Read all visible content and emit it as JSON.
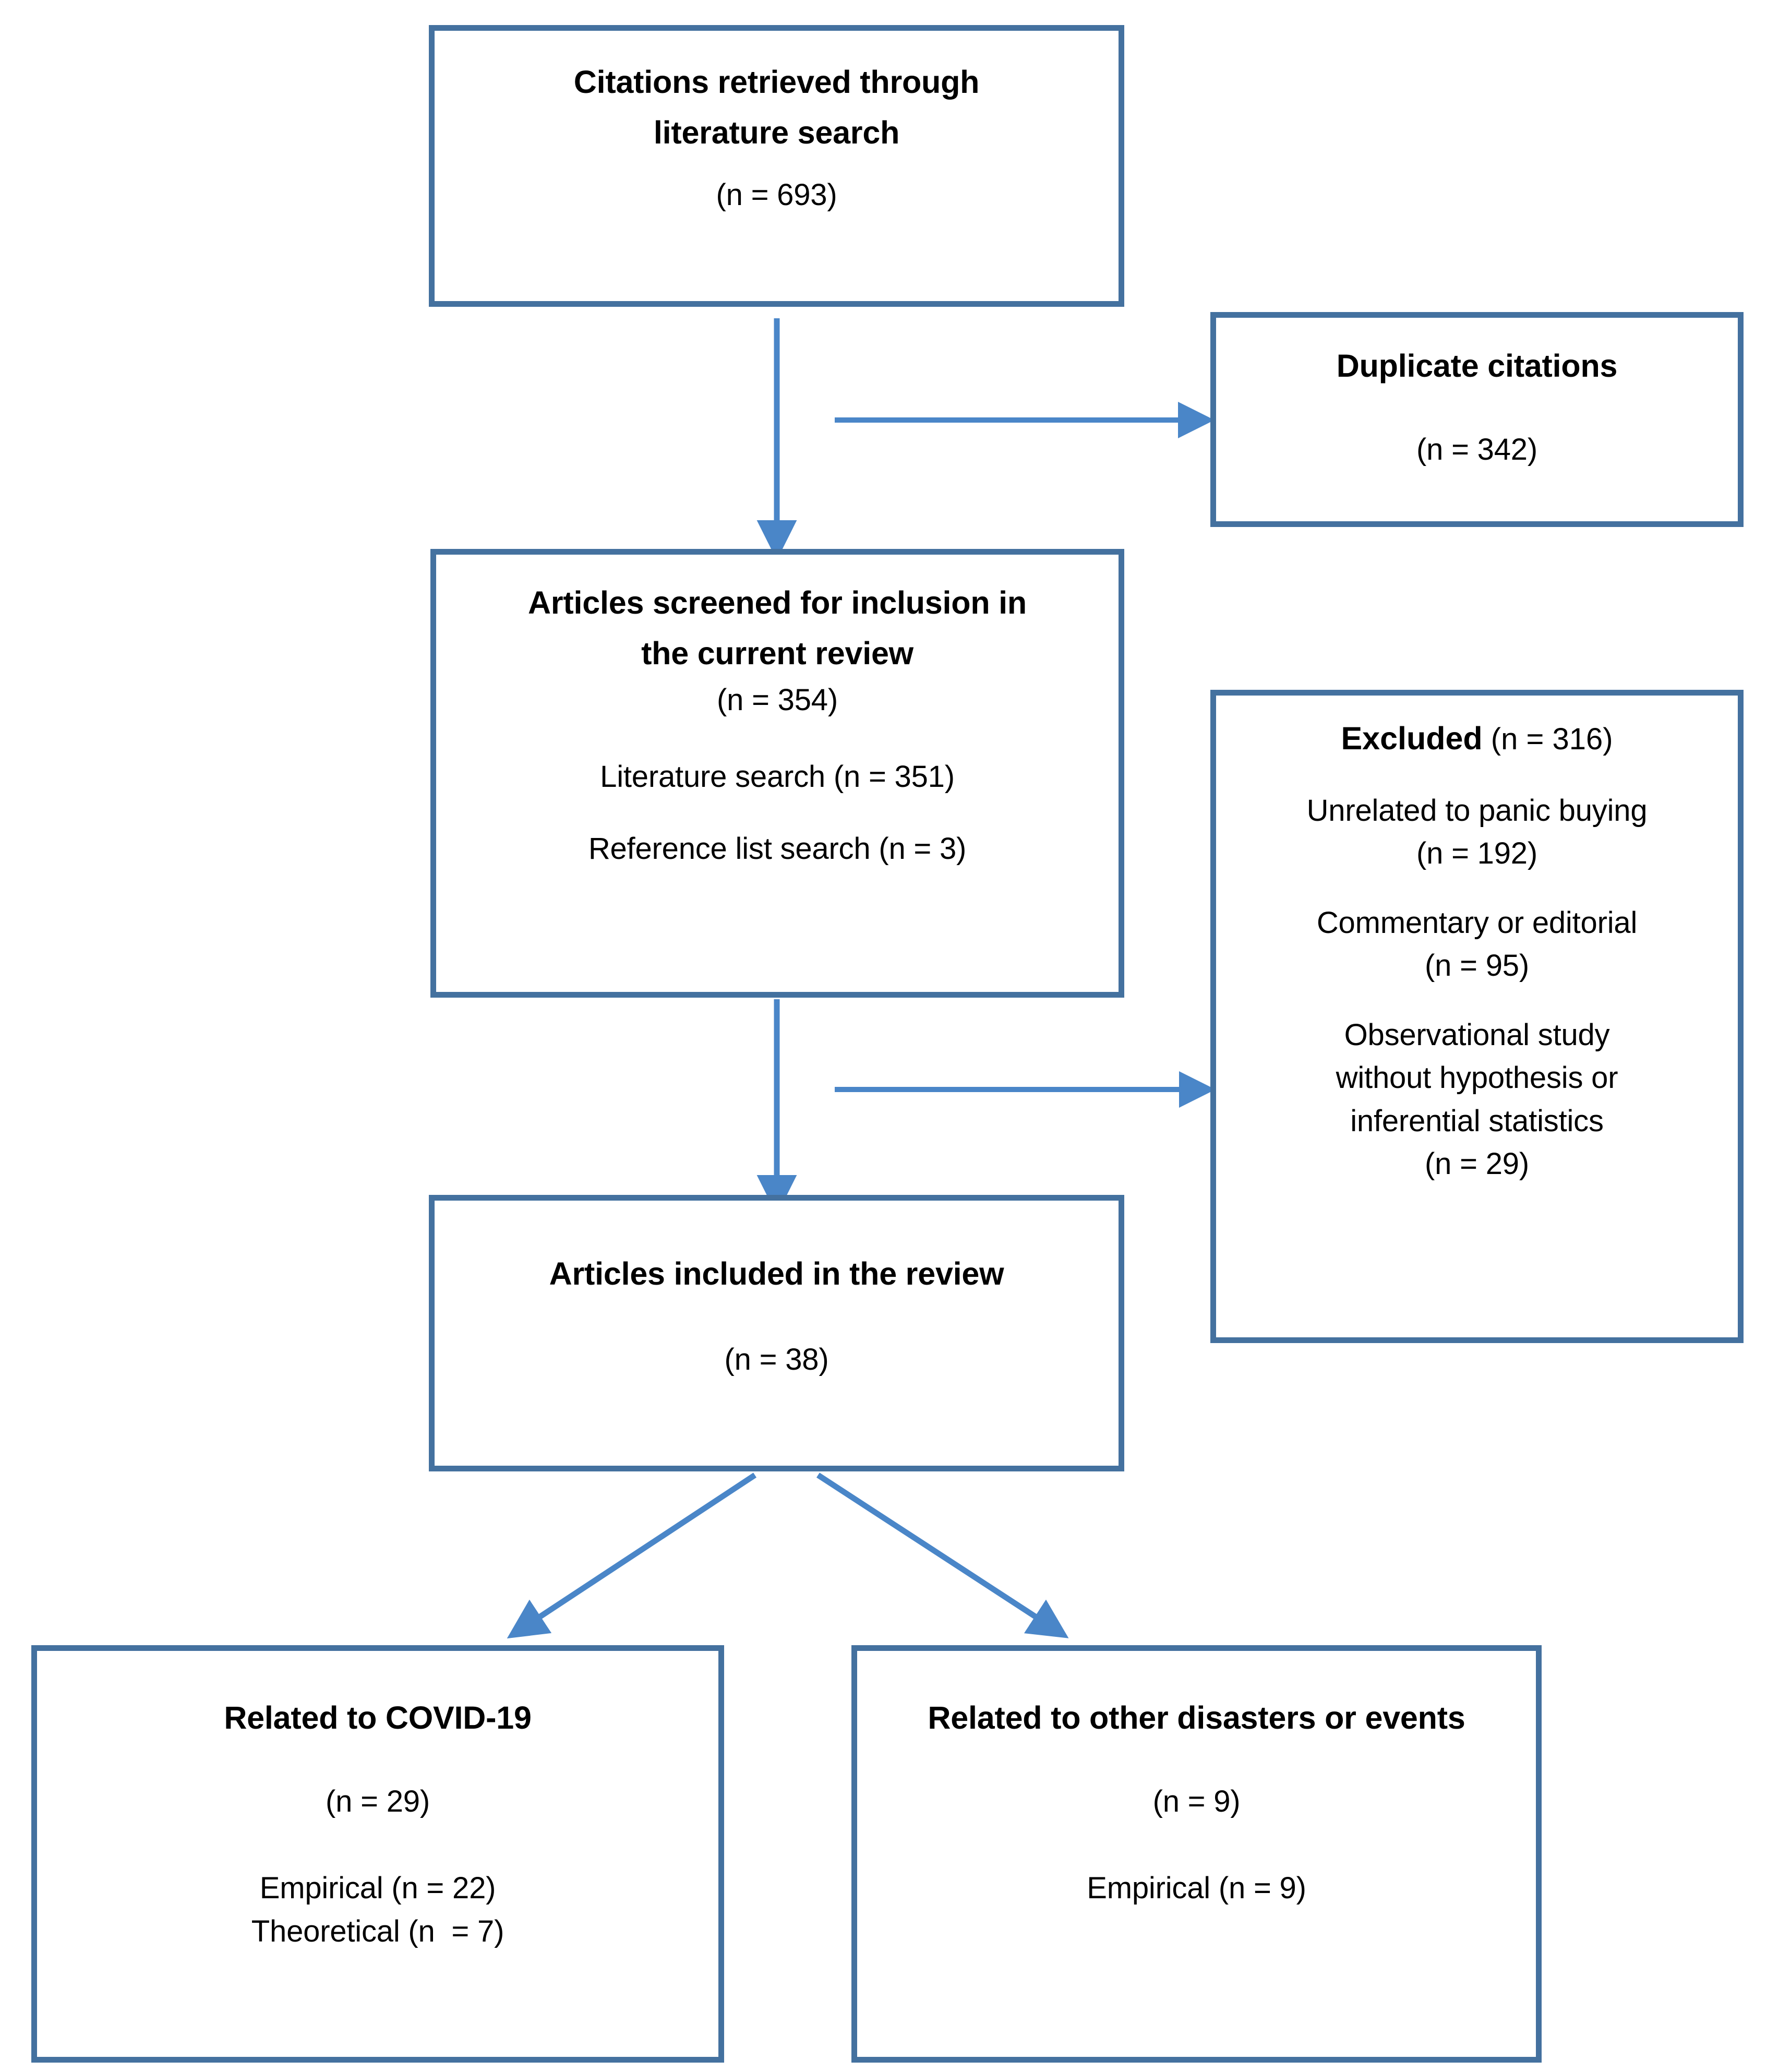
{
  "diagram": {
    "type": "flowchart",
    "title": "PRISMA study selection flow diagram",
    "accent_color": "#44719f",
    "arrow_color": "#4a86c8",
    "background": "#ffffff"
  },
  "boxes": {
    "citations_retrieved": {
      "heading_line1": "Citations retrieved through",
      "heading_line2": "literature search",
      "count": "(n = 693)"
    },
    "duplicate_citations": {
      "heading": "Duplicate citations",
      "count": "(n = 342)"
    },
    "articles_screened": {
      "heading_line1": "Articles screened for inclusion in",
      "heading_line2": "the current review",
      "count": "(n = 354)",
      "detail1": "Literature search (n = 351)",
      "detail2": "Reference list search (n = 3)"
    },
    "excluded": {
      "heading_bold": "Excluded",
      "heading_count": " (n = 316)",
      "reason1_text": "Unrelated to panic buying",
      "reason1_count": "(n = 192)",
      "reason2_text": "Commentary or editorial",
      "reason2_count": "(n = 95)",
      "reason3_line1": "Observational study",
      "reason3_line2": "without hypothesis or",
      "reason3_line3": "inferential statistics",
      "reason3_count": "(n = 29)"
    },
    "articles_included": {
      "heading": "Articles included in the review",
      "count": "(n = 38)"
    },
    "related_covid": {
      "heading": "Related to COVID-19",
      "count": "(n = 29)",
      "detail1": "Empirical (n = 22)",
      "detail2": "Theoretical (n  = 7)"
    },
    "related_other": {
      "heading": "Related to other disasters or events",
      "count": "(n = 9)",
      "detail1": "Empirical (n = 9)"
    }
  },
  "connectors": [
    {
      "name": "retrieved-to-screened",
      "kind": "vertical-arrow"
    },
    {
      "name": "retrieved-to-duplicates",
      "kind": "horizontal-arrow"
    },
    {
      "name": "screened-to-included",
      "kind": "vertical-arrow"
    },
    {
      "name": "screened-to-excluded",
      "kind": "horizontal-arrow"
    },
    {
      "name": "included-to-covid",
      "kind": "diagonal-arrow-left"
    },
    {
      "name": "included-to-other",
      "kind": "diagonal-arrow-right"
    }
  ]
}
